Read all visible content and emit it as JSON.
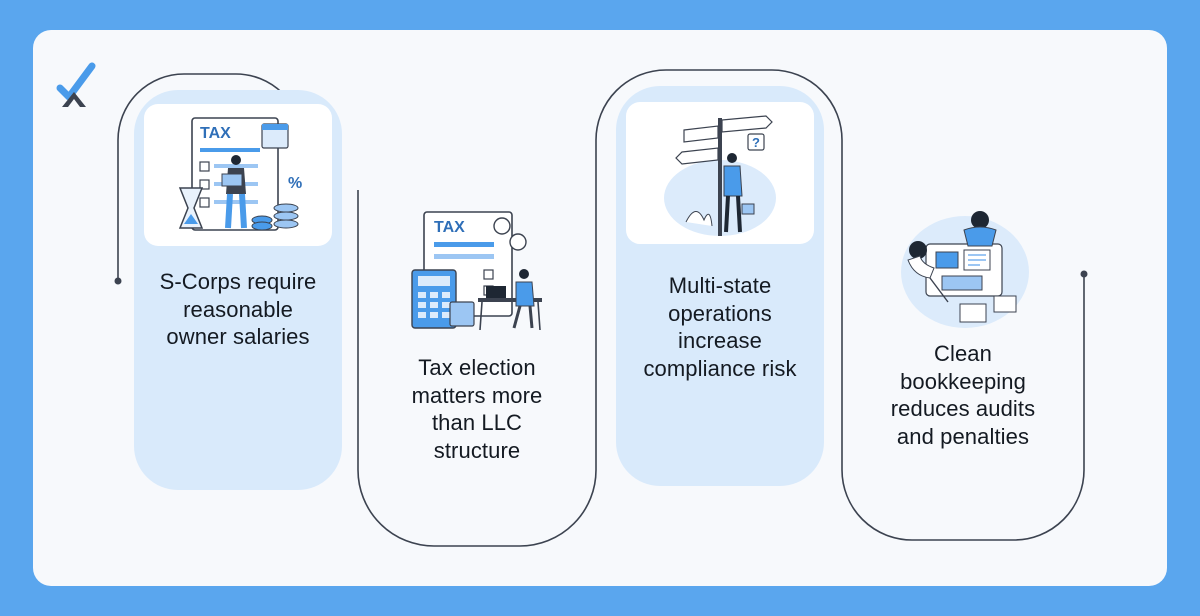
{
  "colors": {
    "page_bg": "#5AA6EE",
    "panel_bg": "#F7F9FC",
    "card_light_blue": "#D9EAFB",
    "card_white": "#FFFFFF",
    "accent_blue": "#4A9BEA",
    "outline": "#3C4350",
    "text": "#141A22"
  },
  "logo": {
    "icon": "checkmark-x-logo-icon"
  },
  "cards": [
    {
      "text": "S-Corps require reasonable owner salaries",
      "illustration": "tax-calendar-hourglass-illustration",
      "tax_word": "TAX",
      "percent_word": "%"
    },
    {
      "text": "Tax election matters more than LLC structure",
      "illustration": "tax-calculator-desk-illustration",
      "tax_word": "TAX"
    },
    {
      "text": "Multi-state operations increase compliance risk",
      "illustration": "crossroads-signpost-illustration",
      "question_mark": "?"
    },
    {
      "text": "Clean bookkeeping reduces audits and penalties",
      "illustration": "team-bookkeeping-table-illustration"
    }
  ]
}
